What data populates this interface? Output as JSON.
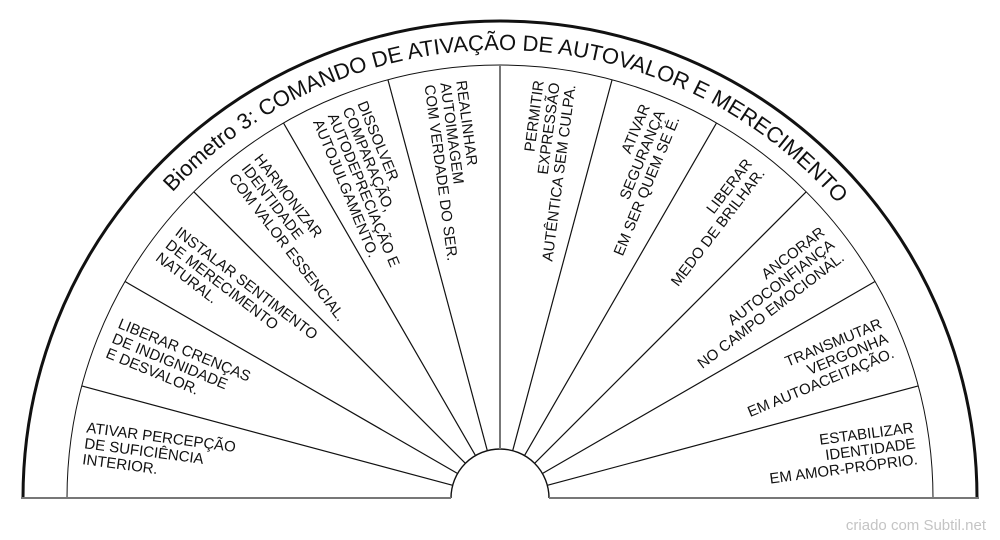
{
  "title": "Biometro 3: COMANDO DE ATIVAÇÃO DE AUTOVALOR E MERECIMENTO",
  "segments": [
    {
      "lines": [
        "ATIVAR PERCEPÇÃO",
        "DE SUFICIÊNCIA",
        "INTERIOR."
      ]
    },
    {
      "lines": [
        "LIBERAR CRENÇAS",
        "DE INDIGNIDADE",
        "E DESVALOR."
      ]
    },
    {
      "lines": [
        "INSTALAR SENTIMENTO",
        "DE MERECIMENTO",
        "NATURAL."
      ]
    },
    {
      "lines": [
        "HARMONIZAR",
        "IDENTIDADE",
        "COM VALOR ESSENCIAL."
      ]
    },
    {
      "lines": [
        "DISSOLVER",
        "COMPARAÇÃO,",
        "AUTODEPRECIAÇÃO E",
        "AUTOJULGAMENTO."
      ]
    },
    {
      "lines": [
        "REALINHAR",
        "AUTOIMAGEM",
        "COM VERDADE DO SER."
      ]
    },
    {
      "lines": [
        "PERMITIR",
        "EXPRESSÃO",
        "AUTÊNTICA SEM CULPA."
      ]
    },
    {
      "lines": [
        "ATIVAR",
        "SEGURANÇA",
        "EM SER QUEM SE É."
      ]
    },
    {
      "lines": [
        "LIBERAR",
        "MEDO DE BRILHAR."
      ]
    },
    {
      "lines": [
        "ANCORAR",
        "AUTOCONFIANÇA",
        "NO CAMPO EMOCIONAL."
      ]
    },
    {
      "lines": [
        "TRANSMUTAR",
        "VERGONHA",
        "EM AUTOACEITAÇÃO."
      ]
    },
    {
      "lines": [
        "ESTABILIZAR",
        "IDENTIDADE",
        "EM AMOR-PRÓPRIO."
      ]
    }
  ],
  "credit": "criado com Subtil.net",
  "colors": {
    "line": "#111111",
    "baseline": "#777777",
    "credit": "#c4c4c4"
  }
}
